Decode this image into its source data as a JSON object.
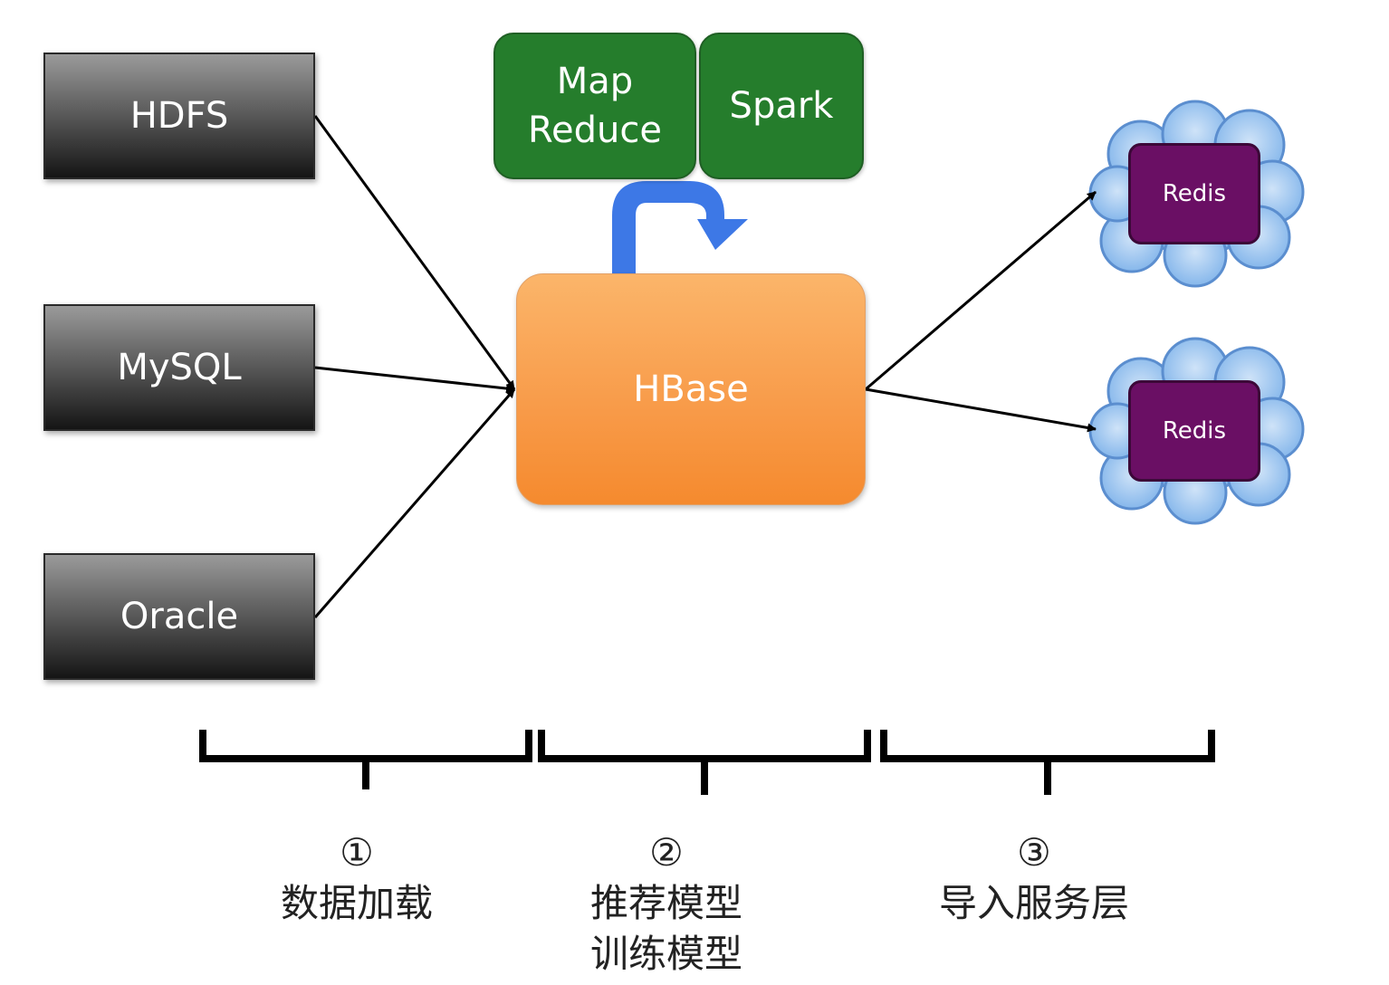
{
  "sources": [
    {
      "label": "HDFS"
    },
    {
      "label": "MySQL"
    },
    {
      "label": "Oracle"
    }
  ],
  "compute": {
    "mapreduce_line1": "Map",
    "mapreduce_line2": "Reduce",
    "spark": "Spark"
  },
  "storage": {
    "label": "HBase"
  },
  "serving": [
    {
      "label": "Redis"
    },
    {
      "label": "Redis"
    }
  ],
  "stages": [
    {
      "number": "①",
      "line1": "数据加载",
      "line2": ""
    },
    {
      "number": "②",
      "line1": "推荐模型",
      "line2": "训练模型"
    },
    {
      "number": "③",
      "line1": "导入服务层",
      "line2": ""
    }
  ],
  "colors": {
    "source_box": "#3a3a3a",
    "compute_box": "#257d2c",
    "hbase_box": "#f89a48",
    "loop_arrow": "#3d78e6",
    "cloud": "#7fb3ea",
    "redis_box": "#6a0f64"
  }
}
